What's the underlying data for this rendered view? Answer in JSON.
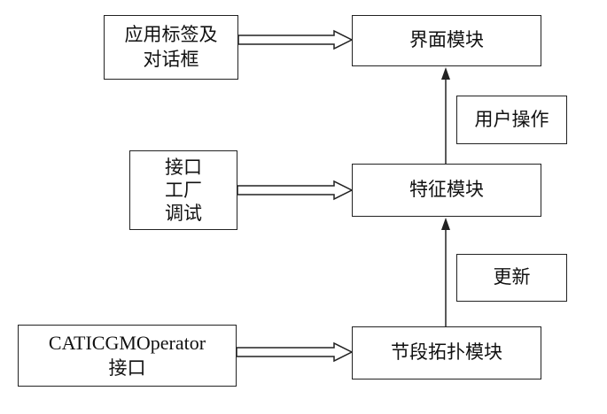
{
  "nodes": {
    "app_labels": {
      "lines": [
        "应用标签及",
        "对话框"
      ]
    },
    "ui_module": {
      "label": "界面模块"
    },
    "user_op": {
      "label": "用户操作"
    },
    "interface_factory": {
      "lines": [
        "接口",
        "工厂",
        "调试"
      ]
    },
    "feature_module": {
      "label": "特征模块"
    },
    "update": {
      "label": "更新"
    },
    "operator_iface": {
      "lines": [
        "CATICGMOperator",
        "接口"
      ]
    },
    "segment_topo": {
      "label": "节段拓扑模块"
    }
  },
  "edges": [
    {
      "from": "app_labels",
      "to": "ui_module",
      "style": "hollow-arrow"
    },
    {
      "from": "interface_factory",
      "to": "feature_module",
      "style": "hollow-arrow"
    },
    {
      "from": "operator_iface",
      "to": "segment_topo",
      "style": "hollow-arrow"
    },
    {
      "from": "segment_topo",
      "to": "feature_module",
      "style": "solid-arrow",
      "label_node": "update"
    },
    {
      "from": "feature_module",
      "to": "ui_module",
      "style": "solid-arrow",
      "label_node": "user_op"
    }
  ]
}
